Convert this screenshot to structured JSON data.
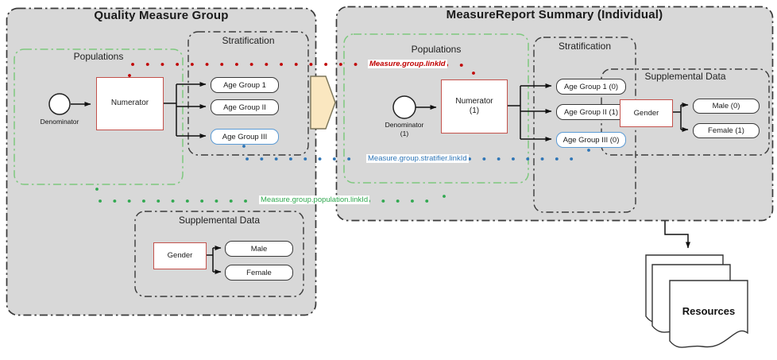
{
  "left": {
    "title": "Quality Measure Group",
    "populations_title": "Populations",
    "denominator": "Denominator",
    "numerator": "Numerator",
    "stratification_title": "Stratification",
    "age_groups": [
      "Age Group 1",
      "Age Group II",
      "Age Group III"
    ],
    "supplemental_title": "Supplemental Data",
    "gender": "Gender",
    "genders": [
      "Male",
      "Female"
    ]
  },
  "right": {
    "title": "MeasureReport Summary (Individual)",
    "populations_title": "Populations",
    "denominator": "Denominator",
    "denominator_count": "(1)",
    "numerator": "Numerator",
    "numerator_count": "(1)",
    "stratification_title": "Stratification",
    "age_groups": [
      "Age Group 1 (0)",
      "Age Group II (1)",
      "Age Group III (0)"
    ],
    "supplemental_title": "Supplemental Data",
    "gender": "Gender",
    "genders": [
      "Male (0)",
      "Female (1)"
    ]
  },
  "links": {
    "group": "Measure.group.linkId",
    "stratifier": "Measure.group.stratifier.linkId",
    "population": "Measure.group.population.linkId"
  },
  "resources": "Resources",
  "colors": {
    "panel_fill": "#D8D8D8",
    "border_dark": "#3A3A3A",
    "green_border": "#7EC87E",
    "red_box_border": "#C3514B",
    "blue_pill_border": "#5B9BD5",
    "red_link": "#C00000",
    "blue_link": "#2E75B6",
    "green_link": "#2FA84F",
    "flow_arrow_fill": "#FAE7C0"
  }
}
